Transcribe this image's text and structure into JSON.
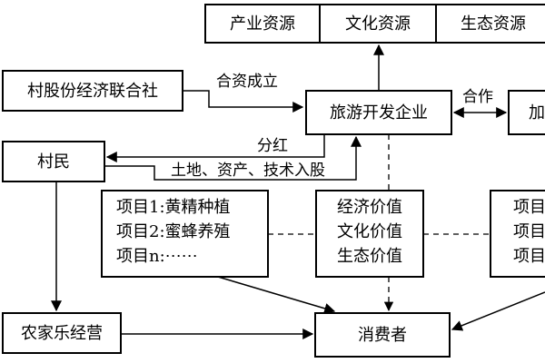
{
  "nodes": {
    "industry_resources": "产业资源",
    "cultural_resources": "文化资源",
    "ecological_resources": "生态资源",
    "village_cooperative": "村股份经济联合社",
    "tourism_enterprise": "旅游开发企业",
    "partner_cut": "加",
    "villagers": "村民",
    "projects_left": [
      "项目1:黄精种植",
      "项目2:蜜蜂养殖",
      "项目n:⋯⋯"
    ],
    "values": [
      "经济价值",
      "文化价值",
      "生态价值"
    ],
    "projects_right": [
      "项目",
      "项目",
      "项目"
    ],
    "farmhouse": "农家乐经营",
    "consumers": "消费者"
  },
  "edges": {
    "joint_investment": "合资成立",
    "cooperation": "合作",
    "dividend": "分红",
    "shares": "土地、资产、技术入股"
  }
}
